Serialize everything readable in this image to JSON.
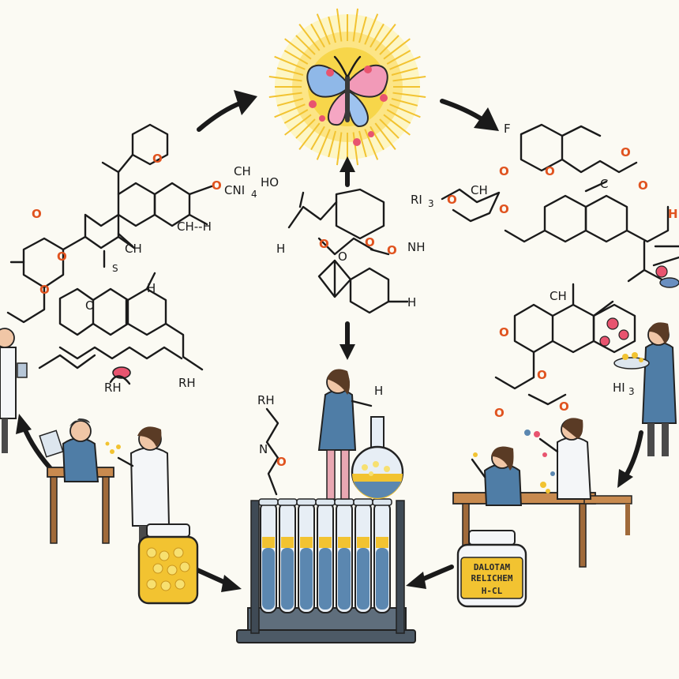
{
  "labels": {
    "left_top_ch": "CH",
    "left_top_cn": "CNI",
    "left_top_sub": "4",
    "left_top_h": "HO",
    "left_ch_h": "CH--H",
    "left_mid_ch": "CH",
    "left_mid_s": "S",
    "left_o1": "O",
    "left_o2": "O",
    "left_o3": "O",
    "left_low_o": "O",
    "left_low_h": "H",
    "left_low_rh": "RH",
    "left_low_rh2": "RH",
    "center_h": "H",
    "center_o1": "O",
    "center_o2": "O",
    "center_o3": "O",
    "center_nh": "NH",
    "center_h2": "H",
    "center_rh": "RH",
    "center_n": "N",
    "center_o4": "O",
    "center_flask_h": "H",
    "right_ri": "RI",
    "right_ri_sub": "3",
    "right_ch": "CH",
    "right_f": "F",
    "right_o1": "O",
    "right_o2": "O",
    "right_o3": "O",
    "right_c": "C",
    "right_o4": "O",
    "right_h": "H",
    "right_low_o1": "O",
    "right_low_o2": "O",
    "right_low_ch": "CH",
    "right_low_hi": "HI",
    "right_low_hi_sub": "3",
    "right_low_o3": "O",
    "jar_right_l1": "DALOTAM",
    "jar_right_l2": "RELICHEM",
    "jar_right_l3": "H-CL"
  },
  "colors": {
    "background": "#fbfaf3",
    "oxygen": "#e0531f",
    "bond": "#1a1a1a",
    "coat_blue": "#4f7da6",
    "lab_coat": "#f4f6f8",
    "liquid_blue": "#5b87b0",
    "liquid_yellow": "#f2c331",
    "sun": "#f7d64a",
    "wood": "#c88a4f"
  },
  "icons": {
    "top_center": "butterfly-icon",
    "flask": "flask-icon",
    "test_tubes": "test-tube-rack-icon",
    "jar_left": "pill-jar-icon",
    "jar_right": "label-jar-icon"
  }
}
